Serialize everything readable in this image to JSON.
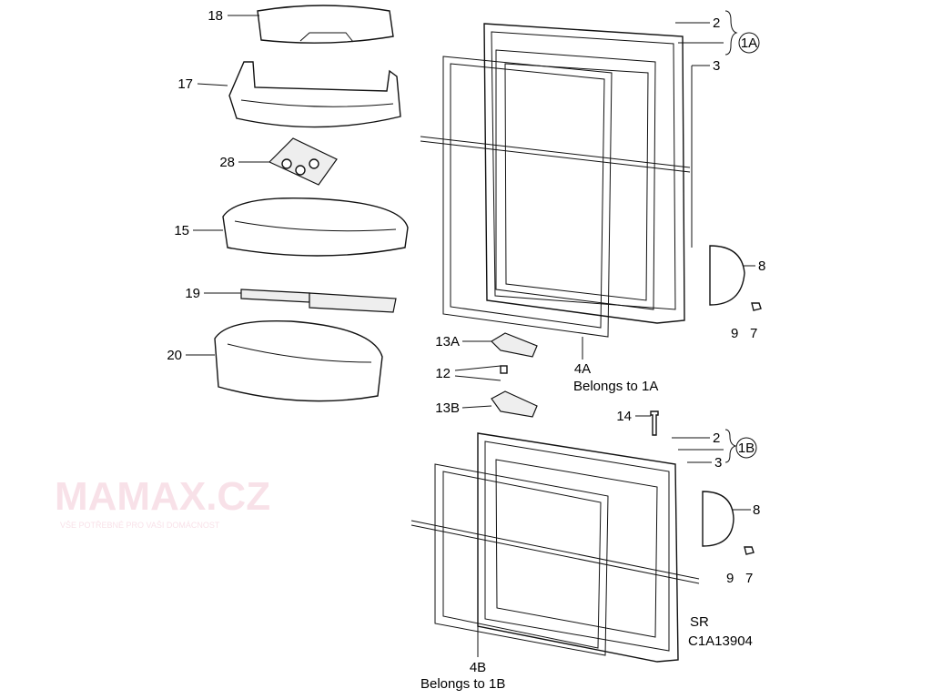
{
  "diagram": {
    "parts": {
      "p18": "18",
      "p17": "17",
      "p28": "28",
      "p15": "15",
      "p19": "19",
      "p20": "20",
      "p2a": "2",
      "p3a": "3",
      "p1a": "1A",
      "p8a": "8",
      "p9a": "9",
      "p7a": "7",
      "p13a": "13A",
      "p12": "12",
      "p13b": "13B",
      "p4a": "4A",
      "p14": "14",
      "p2b": "2",
      "p3b": "3",
      "p1b": "1B",
      "p8b": "8",
      "p9b": "9",
      "p7b": "7",
      "p4b": "4B"
    },
    "notes": {
      "belongs_1a": "Belongs to 1A",
      "belongs_1b": "Belongs to 1B",
      "sr": "SR",
      "code": "C1A13904"
    },
    "watermark": {
      "logo": "MAMAX.CZ",
      "tagline": "VŠE POTŘEBNÉ PRO VAŠI DOMÁCNOST"
    }
  }
}
